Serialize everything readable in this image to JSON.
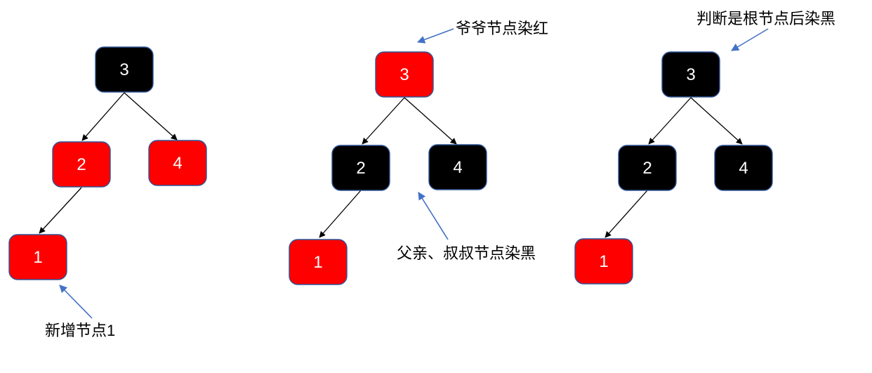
{
  "palette": {
    "background": "#FFFFFF",
    "node_red": "#FF0000",
    "node_black": "#000000",
    "node_border": "#2F5597",
    "node_text": "#FFFFFF",
    "edge": "#000000",
    "annotation_arrow": "#4472C4",
    "annotation_text": "#000000"
  },
  "trees": [
    {
      "name": "step-1-insert-node",
      "nodes": [
        {
          "id": "3",
          "label": "3",
          "color": "black"
        },
        {
          "id": "2",
          "label": "2",
          "color": "red"
        },
        {
          "id": "4",
          "label": "4",
          "color": "red"
        },
        {
          "id": "1",
          "label": "1",
          "color": "red"
        }
      ],
      "edges": [
        [
          "3",
          "2"
        ],
        [
          "3",
          "4"
        ],
        [
          "2",
          "1"
        ]
      ]
    },
    {
      "name": "step-2-recolor-parent-uncle-grandparent",
      "nodes": [
        {
          "id": "3",
          "label": "3",
          "color": "red"
        },
        {
          "id": "2",
          "label": "2",
          "color": "black"
        },
        {
          "id": "4",
          "label": "4",
          "color": "black"
        },
        {
          "id": "1",
          "label": "1",
          "color": "red"
        }
      ],
      "edges": [
        [
          "3",
          "2"
        ],
        [
          "3",
          "4"
        ],
        [
          "2",
          "1"
        ]
      ]
    },
    {
      "name": "step-3-root-dyed-black",
      "nodes": [
        {
          "id": "3",
          "label": "3",
          "color": "black"
        },
        {
          "id": "2",
          "label": "2",
          "color": "black"
        },
        {
          "id": "4",
          "label": "4",
          "color": "black"
        },
        {
          "id": "1",
          "label": "1",
          "color": "red"
        }
      ],
      "edges": [
        [
          "3",
          "2"
        ],
        [
          "3",
          "4"
        ],
        [
          "2",
          "1"
        ]
      ]
    }
  ],
  "annotations": [
    {
      "label": "新增节点1",
      "target": "tree1-node-1"
    },
    {
      "label": "爷爷节点染红",
      "target": "tree2-node-3"
    },
    {
      "label": "父亲、叔叔节点染黑",
      "target": "tree2-nodes-2-and-4"
    },
    {
      "label": "判断是根节点后染黑",
      "target": "tree3-node-3"
    }
  ]
}
